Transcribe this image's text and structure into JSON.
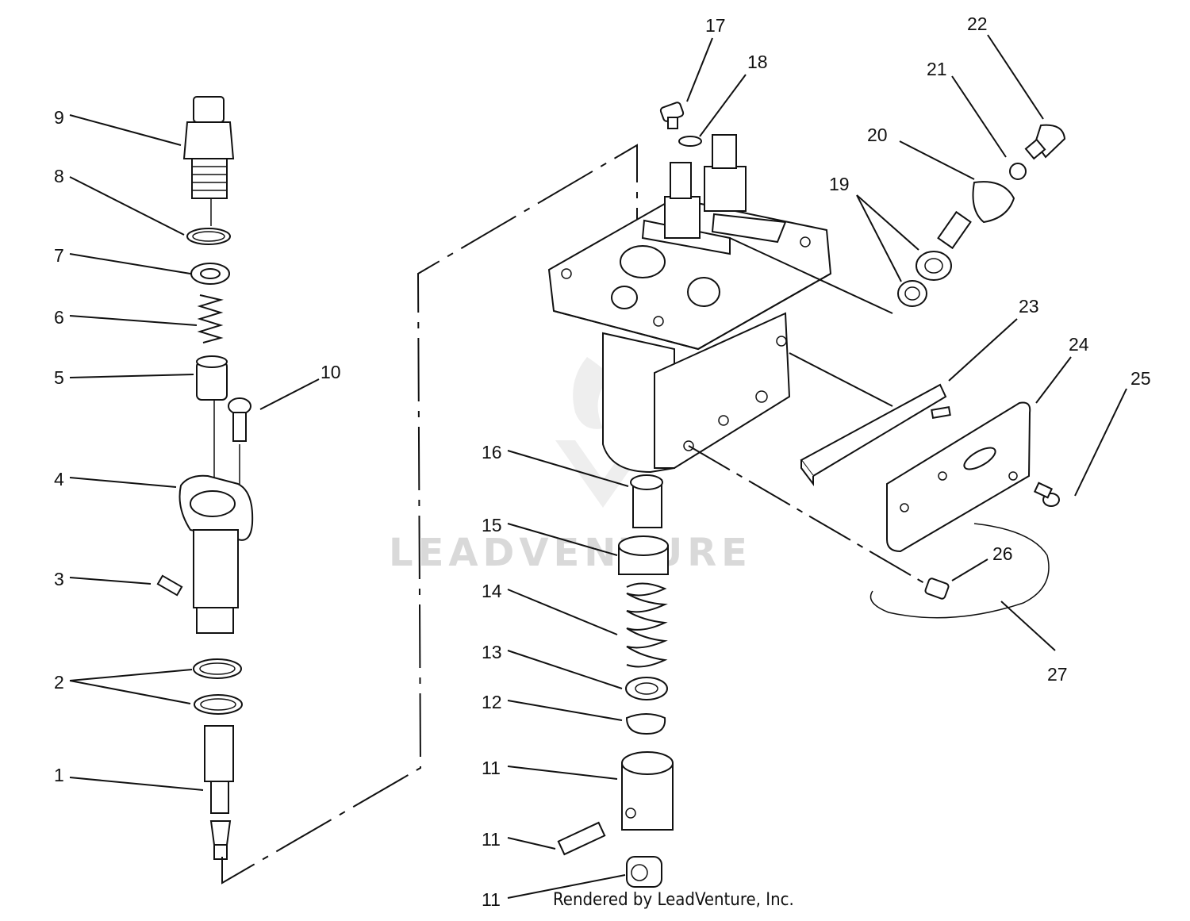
{
  "callouts": [
    {
      "id": "c1",
      "label": "1"
    },
    {
      "id": "c2",
      "label": "2"
    },
    {
      "id": "c3",
      "label": "3"
    },
    {
      "id": "c4",
      "label": "4"
    },
    {
      "id": "c5",
      "label": "5"
    },
    {
      "id": "c6",
      "label": "6"
    },
    {
      "id": "c7",
      "label": "7"
    },
    {
      "id": "c8",
      "label": "8"
    },
    {
      "id": "c9",
      "label": "9"
    },
    {
      "id": "c10",
      "label": "10"
    },
    {
      "id": "c11a",
      "label": "11"
    },
    {
      "id": "c11b",
      "label": "11"
    },
    {
      "id": "c11c",
      "label": "11"
    },
    {
      "id": "c12",
      "label": "12"
    },
    {
      "id": "c13",
      "label": "13"
    },
    {
      "id": "c14",
      "label": "14"
    },
    {
      "id": "c15",
      "label": "15"
    },
    {
      "id": "c16",
      "label": "16"
    },
    {
      "id": "c17",
      "label": "17"
    },
    {
      "id": "c18",
      "label": "18"
    },
    {
      "id": "c19",
      "label": "19"
    },
    {
      "id": "c20",
      "label": "20"
    },
    {
      "id": "c21",
      "label": "21"
    },
    {
      "id": "c22",
      "label": "22"
    },
    {
      "id": "c23",
      "label": "23"
    },
    {
      "id": "c24",
      "label": "24"
    },
    {
      "id": "c25",
      "label": "25"
    },
    {
      "id": "c26",
      "label": "26"
    },
    {
      "id": "c27",
      "label": "27"
    }
  ],
  "watermark": "LEADVENTURE",
  "footer": "Rendered by LeadVenture, Inc."
}
